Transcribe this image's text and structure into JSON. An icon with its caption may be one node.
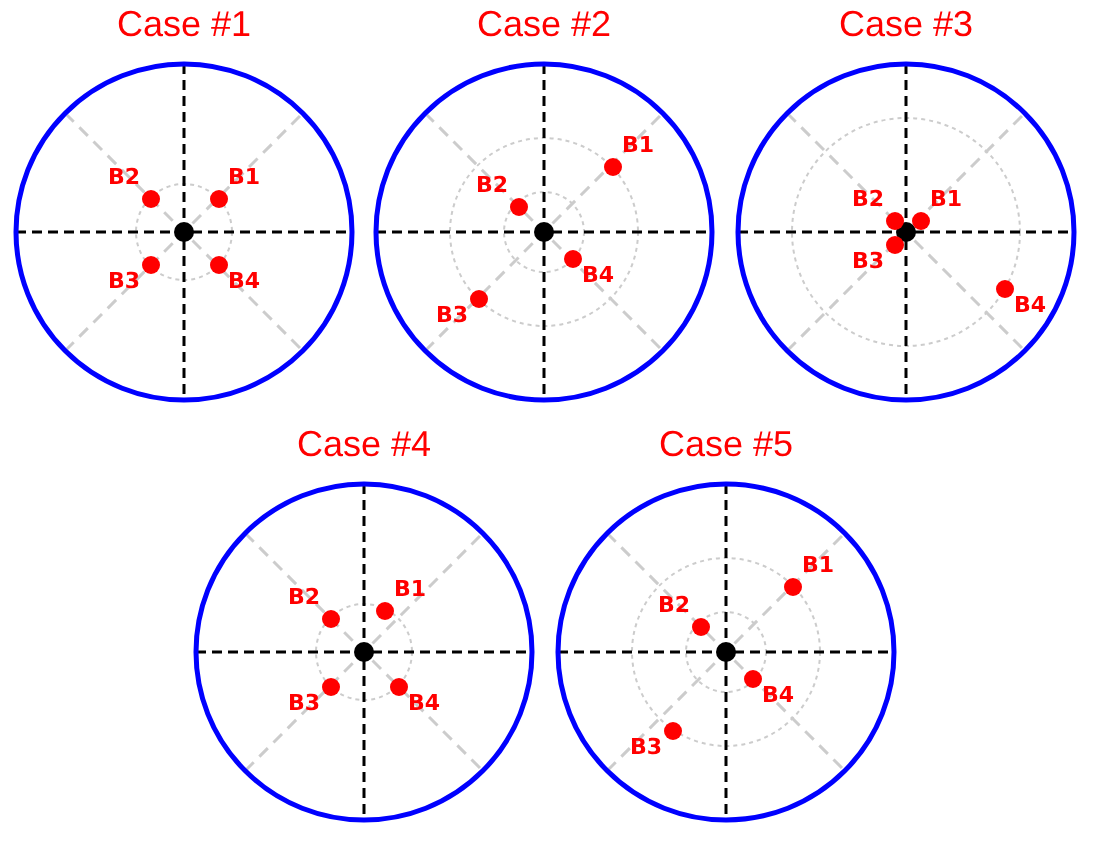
{
  "diagram": {
    "nodes": [
      {
        "text": [
          "Case #1"
        ]
      },
      {
        "text": [
          "B1"
        ],
        "in": 0
      },
      {
        "text": [
          "B2"
        ],
        "in": 0
      },
      {
        "text": [
          "B3"
        ],
        "in": 0
      },
      {
        "text": [
          "B4"
        ],
        "in": 0
      },
      {
        "text": [
          "Case #2"
        ]
      },
      {
        "text": [
          "B1"
        ],
        "in": 5
      },
      {
        "text": [
          "B2"
        ],
        "in": 5
      },
      {
        "text": [
          "B3"
        ],
        "in": 5
      },
      {
        "text": [
          "B4"
        ],
        "in": 5
      },
      {
        "text": [
          "Case #3"
        ]
      },
      {
        "text": [
          "B1"
        ],
        "in": 10
      },
      {
        "text": [
          "B2"
        ],
        "in": 10
      },
      {
        "text": [
          "B3"
        ],
        "in": 10
      },
      {
        "text": [
          "B4"
        ],
        "in": 10
      },
      {
        "text": [
          "Case #4"
        ]
      },
      {
        "text": [
          "B1"
        ],
        "in": 15
      },
      {
        "text": [
          "B2"
        ],
        "in": 15
      },
      {
        "text": [
          "B3"
        ],
        "in": 15
      },
      {
        "text": [
          "B4"
        ],
        "in": 15
      },
      {
        "text": [
          "Case #5"
        ]
      },
      {
        "text": [
          "B1"
        ],
        "in": 20
      },
      {
        "text": [
          "B2"
        ],
        "in": 20
      },
      {
        "text": [
          "B3"
        ],
        "in": 20
      },
      {
        "text": [
          "B4"
        ],
        "in": 20
      }
    ]
  }
}
